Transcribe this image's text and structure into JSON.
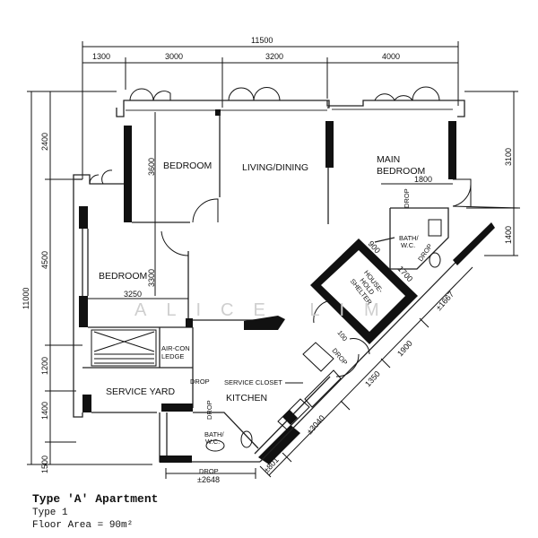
{
  "plan": {
    "dimensions_top": {
      "overall": "11500",
      "segments": [
        "1300",
        "3000",
        "3200",
        "4000"
      ]
    },
    "dimensions_left": {
      "overall": "11000",
      "segments": [
        "2400",
        "4500",
        "1200",
        "1400",
        "1500"
      ]
    },
    "dimensions_right": [
      "3100",
      "1400"
    ],
    "dimensions_inner": {
      "bedroom1_height": "3600",
      "bedroom2_height": "3300",
      "bedroom2_width": "3250",
      "main_bath_width": "1800",
      "shelter_side_a": "900",
      "shelter_side_b": "1700",
      "diag_1667": "±1667",
      "diag_1900": "1900",
      "diag_1350": "1350",
      "diag_3040": "±3040",
      "diag_801": "±801",
      "bottom_2648": "±2648",
      "door_100": "100"
    },
    "rooms": {
      "bedroom1": "BEDROOM",
      "living": "LIVING/DINING",
      "main_bedroom_line1": "MAIN",
      "main_bedroom_line2": "BEDROOM",
      "bedroom2": "BEDROOM",
      "bath1_line1": "BATH/",
      "bath1_line2": "W.C.",
      "shelter_line1": "HOUSE-",
      "shelter_line2": "HOLD",
      "shelter_line3": "SHELTER",
      "aircon_line1": "AIR-CON",
      "aircon_line2": "LEDGE",
      "service_closet": "SERVICE CLOSET",
      "kitchen": "KITCHEN",
      "service_yard": "SERVICE YARD",
      "bath2_line1": "BATH/",
      "bath2_line2": "W.C.",
      "drop": "DROP"
    },
    "watermark": "ALICE LIM"
  },
  "caption": {
    "title": "Type 'A' Apartment",
    "type": "Type 1",
    "area": "Floor Area = 90m²"
  }
}
